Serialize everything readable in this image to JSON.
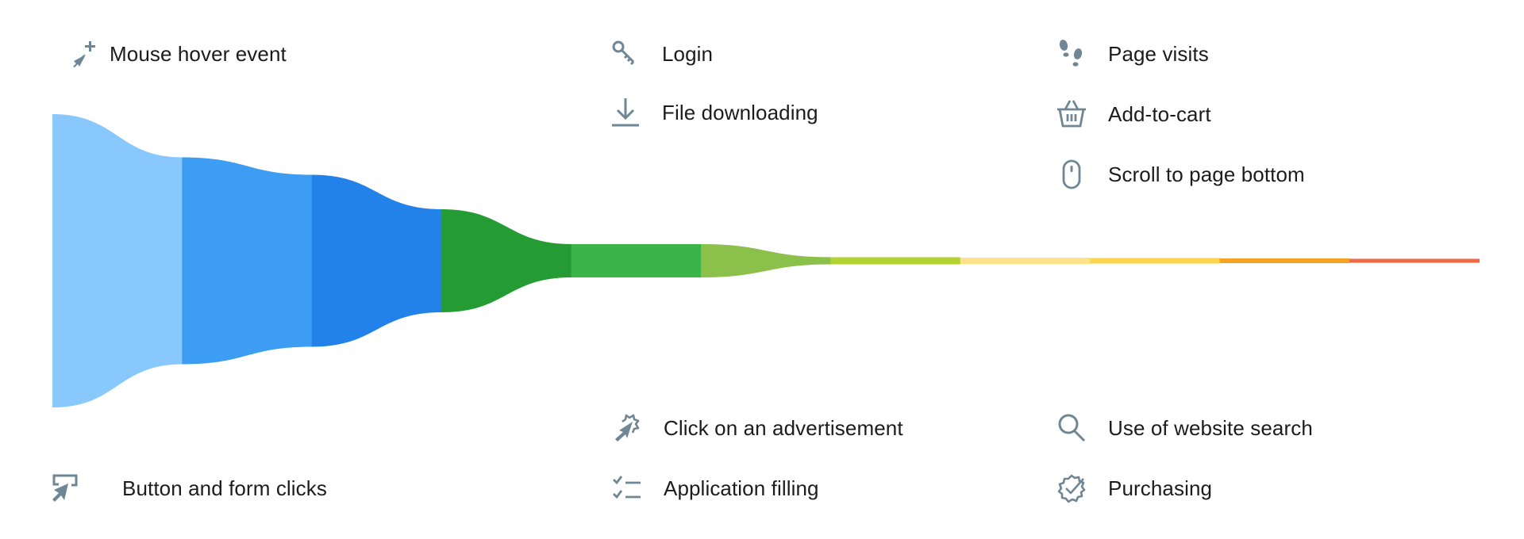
{
  "icon_color": "#6f8794",
  "text_color": "#1c1c1c",
  "labels": {
    "mouse_hover": {
      "text": "Mouse hover event",
      "icon": "cursor-plus-icon"
    },
    "button_form_clicks": {
      "text": "Button and form clicks",
      "icon": "cursor-box-icon"
    },
    "login": {
      "text": "Login",
      "icon": "key-icon"
    },
    "file_downloading": {
      "text": "File downloading",
      "icon": "download-icon"
    },
    "click_advertisement": {
      "text": "Click on an advertisement",
      "icon": "cursor-burst-icon"
    },
    "application_filling": {
      "text": "Application filling",
      "icon": "checklist-icon"
    },
    "page_visits": {
      "text": "Page visits",
      "icon": "footsteps-icon"
    },
    "add_to_cart": {
      "text": "Add-to-cart",
      "icon": "basket-icon"
    },
    "scroll_bottom": {
      "text": "Scroll to page bottom",
      "icon": "mouse-icon"
    },
    "website_search": {
      "text": "Use of website search",
      "icon": "search-icon"
    },
    "purchasing": {
      "text": "Purchasing",
      "icon": "badge-check-icon"
    }
  },
  "chart_data": {
    "type": "funnel",
    "title": "",
    "orientation": "horizontal",
    "stages": [
      {
        "index": 1,
        "color": "#88c8fc",
        "start_height": 370,
        "end_height": 261
      },
      {
        "index": 2,
        "color": "#3c9df2",
        "start_height": 261,
        "end_height": 217
      },
      {
        "index": 3,
        "color": "#2382ea",
        "start_height": 217,
        "end_height": 130
      },
      {
        "index": 4,
        "color": "#259b33",
        "start_height": 130,
        "end_height": 42
      },
      {
        "index": 5,
        "color": "#3bb449",
        "start_height": 42,
        "end_height": 42
      },
      {
        "index": 6,
        "color": "#8bc04a",
        "start_height": 42,
        "end_height": 9
      },
      {
        "index": 7,
        "color": "#b4d333",
        "start_height": 9,
        "end_height": 9
      },
      {
        "index": 8,
        "color": "#fde28a",
        "start_height": 8,
        "end_height": 8
      },
      {
        "index": 9,
        "color": "#fdd44d",
        "start_height": 7,
        "end_height": 7
      },
      {
        "index": 10,
        "color": "#f6a323",
        "start_height": 6,
        "end_height": 6
      },
      {
        "index": 11,
        "color": "#ef6a45",
        "start_height": 5,
        "end_height": 5
      }
    ],
    "events": [
      "Mouse hover event",
      "Button and form clicks",
      "Login",
      "File downloading",
      "Click on an advertisement",
      "Application filling",
      "Page visits",
      "Add-to-cart",
      "Scroll to page bottom",
      "Use of website search",
      "Purchasing"
    ],
    "axes": "none",
    "legend": "icon labels placed around funnel"
  }
}
